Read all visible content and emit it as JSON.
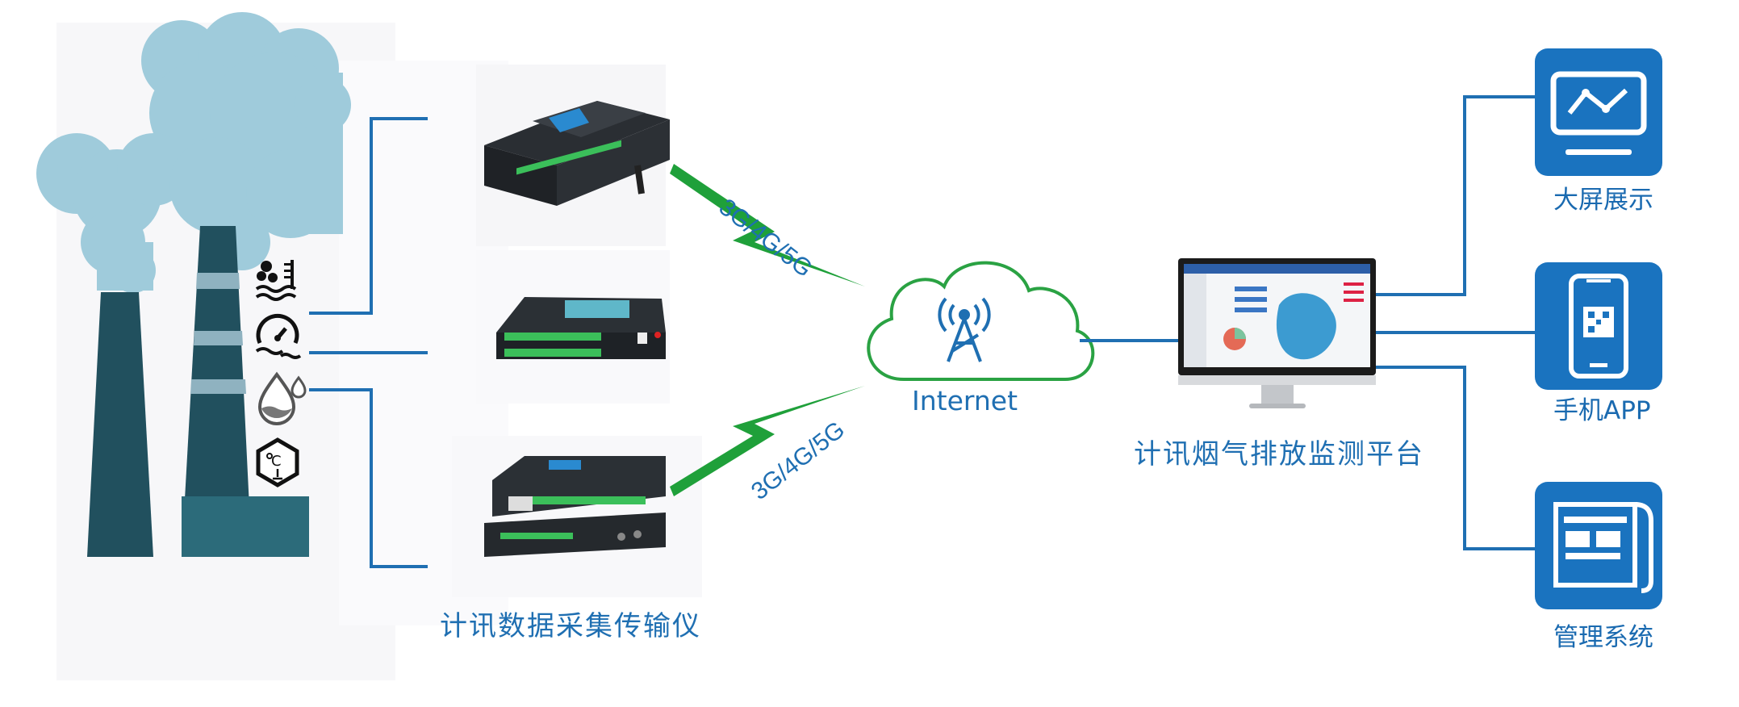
{
  "devices": {
    "label": "计讯数据采集传输仪"
  },
  "network": {
    "link_top": "3G/4G/5G",
    "link_bottom": "3G/4G/5G",
    "cloud_label": "Internet"
  },
  "platform": {
    "label": "计讯烟气排放监测平台"
  },
  "apps": [
    {
      "label": "大屏展示",
      "icon": "chart-monitor-icon"
    },
    {
      "label": "手机APP",
      "icon": "smartphone-qr-icon"
    },
    {
      "label": "管理系统",
      "icon": "document-form-icon"
    }
  ],
  "sensors": [
    {
      "icon": "water-level-icon"
    },
    {
      "icon": "pressure-gauge-icon"
    },
    {
      "icon": "humidity-drop-icon"
    },
    {
      "icon": "temperature-icon"
    }
  ],
  "colors": {
    "link_line": "#1f6fb2",
    "app_tile": "#1a73bf",
    "lightning": "#1fa03a",
    "cloud_outline": "#2aa243",
    "smoke": "#9fcbdb",
    "chimney": "#21505e"
  }
}
